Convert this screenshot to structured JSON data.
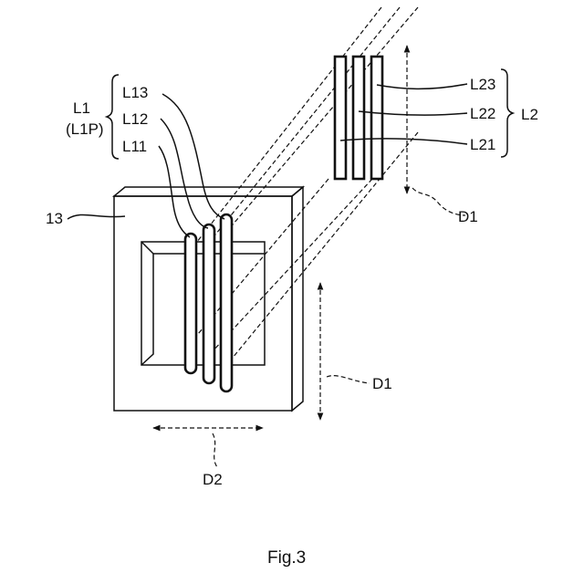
{
  "labels": {
    "l1": "L1",
    "l1p": "(L1P)",
    "l13": "L13",
    "l12": "L12",
    "l11": "L11",
    "core": "13",
    "l23": "L23",
    "l22": "L22",
    "l21": "L21",
    "l2": "L2",
    "d1_top": "D1",
    "d1_mid": "D1",
    "d2": "D2"
  },
  "caption": "Fig.3"
}
